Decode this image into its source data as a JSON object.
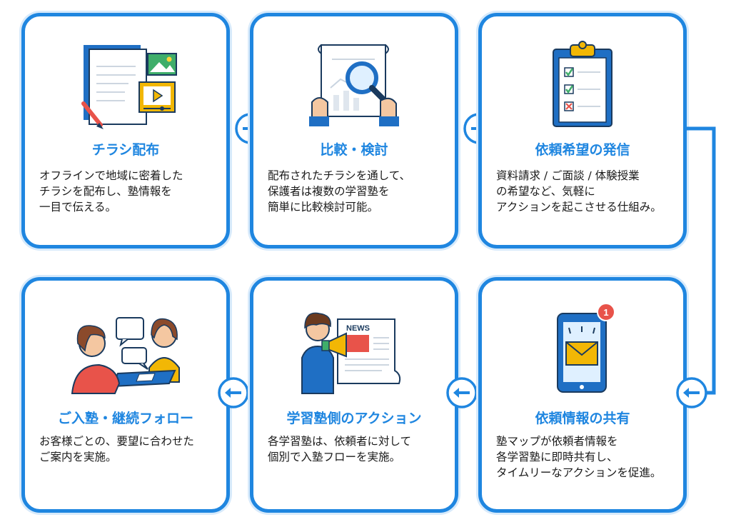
{
  "colors": {
    "accent": "#1f86e0",
    "text": "#1a1a1a"
  },
  "steps": [
    {
      "title": "チラシ配布",
      "body": "オフラインで地域に密着した\nチラシを配布し、塾情報を\n一目で伝える。",
      "icon": "flyer-documents-icon"
    },
    {
      "title": "比較・検討",
      "body": "配布されたチラシを通して、\n保護者は複数の学習塾を\n簡単に比較検討可能。",
      "icon": "magnifier-comparison-icon"
    },
    {
      "title": "依頼希望の発信",
      "body": "資料請求 / ご面談 / 体験授業\nの希望など、気軽に\nアクションを起こさせる仕組み。",
      "icon": "clipboard-checklist-icon"
    },
    {
      "title": "ご入塾・継続フォロー",
      "body": "お客様ごとの、要望に合わせた\nご案内を実施。",
      "icon": "consultation-meeting-icon"
    },
    {
      "title": "学習塾側のアクション",
      "body": "各学習塾は、依頼者に対して\n個別で入塾フローを実施。",
      "icon": "megaphone-news-icon"
    },
    {
      "title": "依頼情報の共有",
      "body": "塾マップが依頼者情報を\n各学習塾に即時共有し、\nタイムリーなアクションを促進。",
      "icon": "tablet-mail-notification-icon"
    }
  ],
  "illustration_text": {
    "news": "NEWS",
    "badge": "1"
  }
}
